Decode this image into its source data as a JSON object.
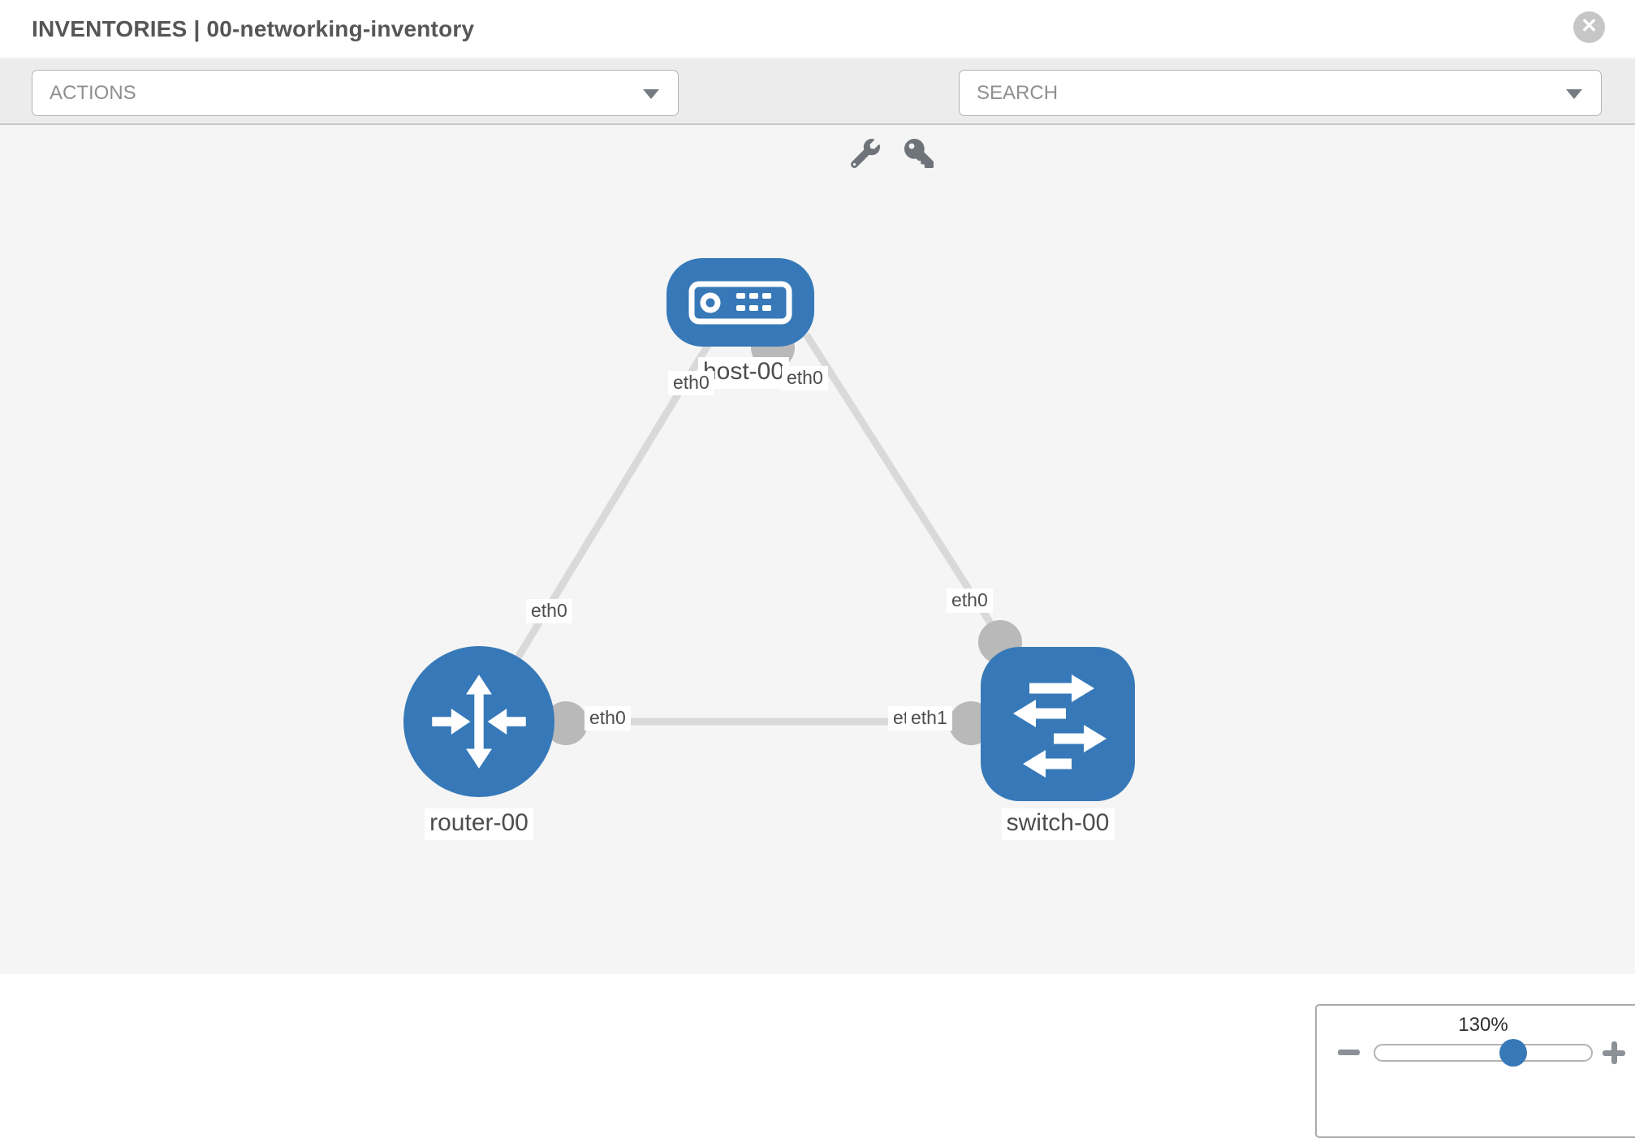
{
  "header": {
    "title": "INVENTORIES | 00-networking-inventory",
    "close_icon": "circle-x"
  },
  "toolbar": {
    "actions_label": "ACTIONS",
    "search_label": "SEARCH",
    "tool_icons": [
      "wrench-icon",
      "key-icon"
    ]
  },
  "topology": {
    "nodes": [
      {
        "id": "host-00",
        "label": "host-00",
        "type": "host",
        "shape": "rounded-rect",
        "icon": "host-device-icon"
      },
      {
        "id": "router-00",
        "label": "router-00",
        "type": "router",
        "shape": "circle",
        "icon": "router-arrows-icon"
      },
      {
        "id": "switch-00",
        "label": "switch-00",
        "type": "switch",
        "shape": "rounded-square",
        "icon": "switch-arrows-icon"
      }
    ],
    "links": [
      {
        "from": "host-00",
        "to": "router-00"
      },
      {
        "from": "host-00",
        "to": "switch-00"
      },
      {
        "from": "router-00",
        "to": "switch-00"
      }
    ],
    "interface_labels": [
      {
        "text": "eth0",
        "near": "host-00",
        "position": "left-of-name"
      },
      {
        "text": "eth0",
        "near": "host-00",
        "position": "right-of-name"
      },
      {
        "text": "eth0",
        "near": "host-router link midpoint"
      },
      {
        "text": "eth0",
        "near": "host-switch link midpoint"
      },
      {
        "text": "eth0",
        "near": "router-00 on router-switch link"
      },
      {
        "text": "eth0",
        "near": "switch-00 on router-switch link (underneath)"
      },
      {
        "text": "eth1",
        "near": "switch-00 on router-switch link (on top)"
      }
    ]
  },
  "zoom_control": {
    "level": "130%",
    "value": 130,
    "minus_icon": "minus-icon",
    "plus_icon": "plus-icon"
  },
  "colors": {
    "node_fill": "#3779b8",
    "link_line": "#d9d9d9",
    "interface_dot": "#b9b9b9",
    "canvas_bg": "#f5f5f5",
    "toolbar_bg": "#ececec"
  }
}
